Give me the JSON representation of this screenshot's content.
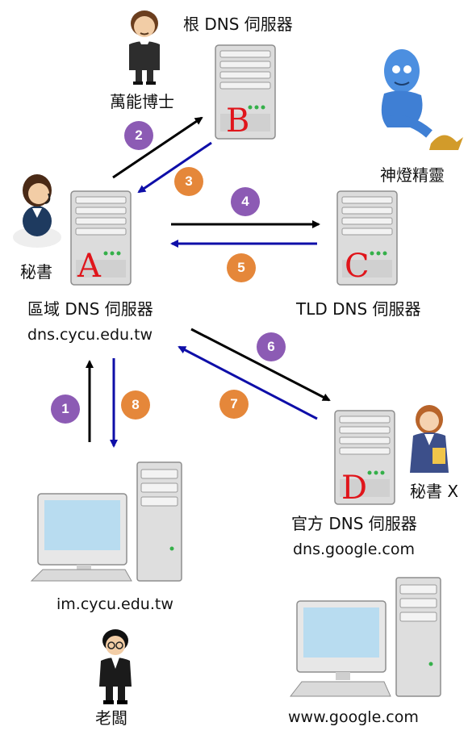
{
  "servers": {
    "root": {
      "title": "根 DNS 伺服器",
      "letter": "B"
    },
    "local": {
      "title": "區域 DNS 伺服器",
      "host": "dns.cycu.edu.tw",
      "letter": "A"
    },
    "tld": {
      "title": "TLD DNS 伺服器",
      "letter": "C"
    },
    "authoritative": {
      "title": "官方 DNS 伺服器",
      "host": "dns.google.com",
      "letter": "D"
    }
  },
  "people": {
    "doctor": "萬能博士",
    "genie": "神燈精靈",
    "secretary": "秘書",
    "secretary_x": "秘書 X",
    "boss": "老闆"
  },
  "computers": {
    "client": "im.cycu.edu.tw",
    "google": "www.google.com"
  },
  "steps": [
    "1",
    "2",
    "3",
    "4",
    "5",
    "6",
    "7",
    "8"
  ],
  "colors": {
    "request_arrow": "#000000",
    "response_arrow": "#0e0ea8",
    "request_badge": "#8c5bb4",
    "response_badge": "#e5873a",
    "server_letter": "#e0151b"
  }
}
